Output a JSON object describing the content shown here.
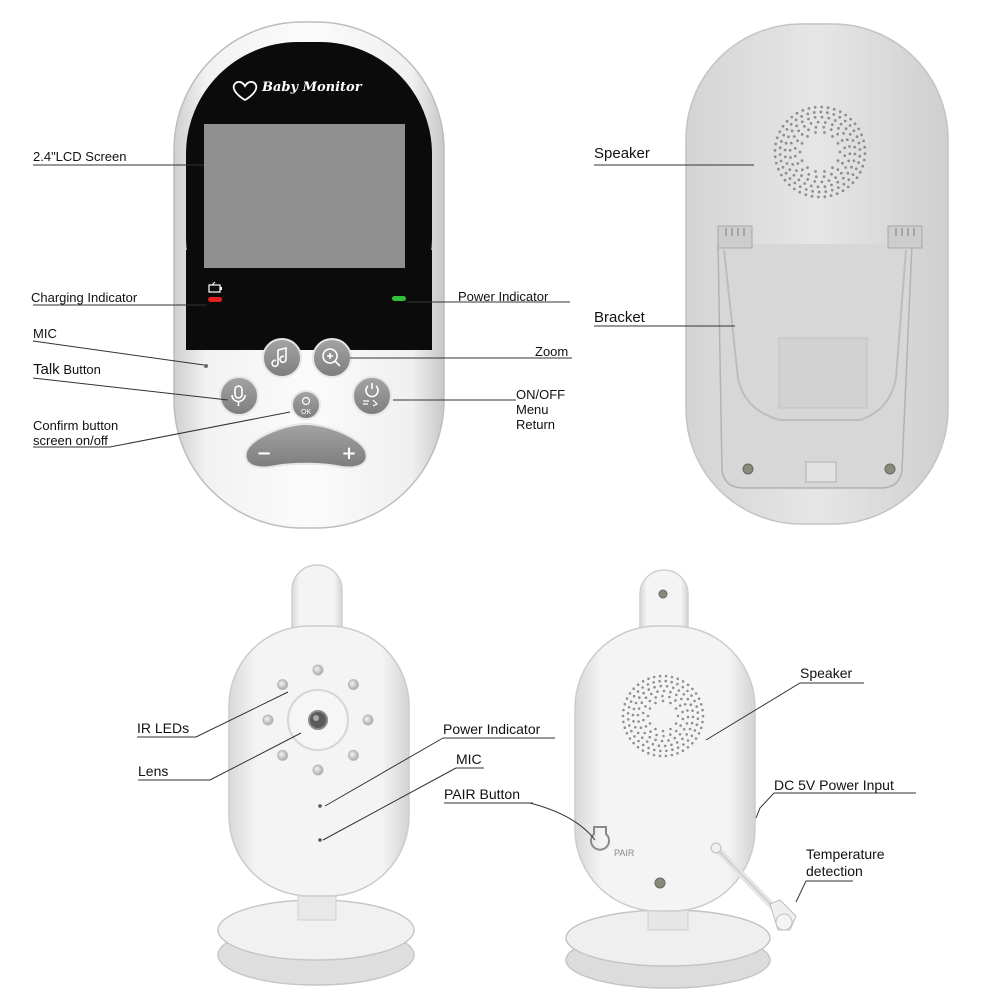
{
  "parent_unit": {
    "brand": "Baby Monitor",
    "callouts": {
      "lcd_screen": "2.4\"LCD Screen",
      "charging_indicator": "Charging Indicator",
      "power_indicator": "Power Indicator",
      "mic": "MIC",
      "talk_button_main": "Talk",
      "talk_button_suffix": "Button",
      "zoom": "Zoom",
      "confirm_line1": "Confirm button",
      "confirm_line2": "screen on/off",
      "onoff_line1": "ON/OFF",
      "onoff_line2": "Menu",
      "onoff_line3": "Return"
    },
    "keypad": {
      "minus": "−",
      "plus": "+",
      "ok": "OK"
    }
  },
  "parent_back": {
    "callouts": {
      "speaker": "Speaker",
      "bracket": "Bracket"
    }
  },
  "camera_front": {
    "callouts": {
      "ir_leds": "IR LEDs",
      "lens": "Lens",
      "power_indicator": "Power Indicator",
      "mic": "MIC"
    }
  },
  "camera_back": {
    "pair_mark": "PAIR",
    "callouts": {
      "pair_button": "PAIR Button",
      "speaker": "Speaker",
      "dc_input": "DC 5V Power Input",
      "temp_line1": "Temperature",
      "temp_line2": "detection"
    }
  },
  "colors": {
    "body_light": "#e9e9e9",
    "body_grey": "#cfcfcf",
    "button_grey": "#8e8e8e",
    "lcd": "#909090",
    "bezel": "#0b0b0b",
    "charge_led": "#e0201d",
    "power_led": "#2fbf3a"
  }
}
